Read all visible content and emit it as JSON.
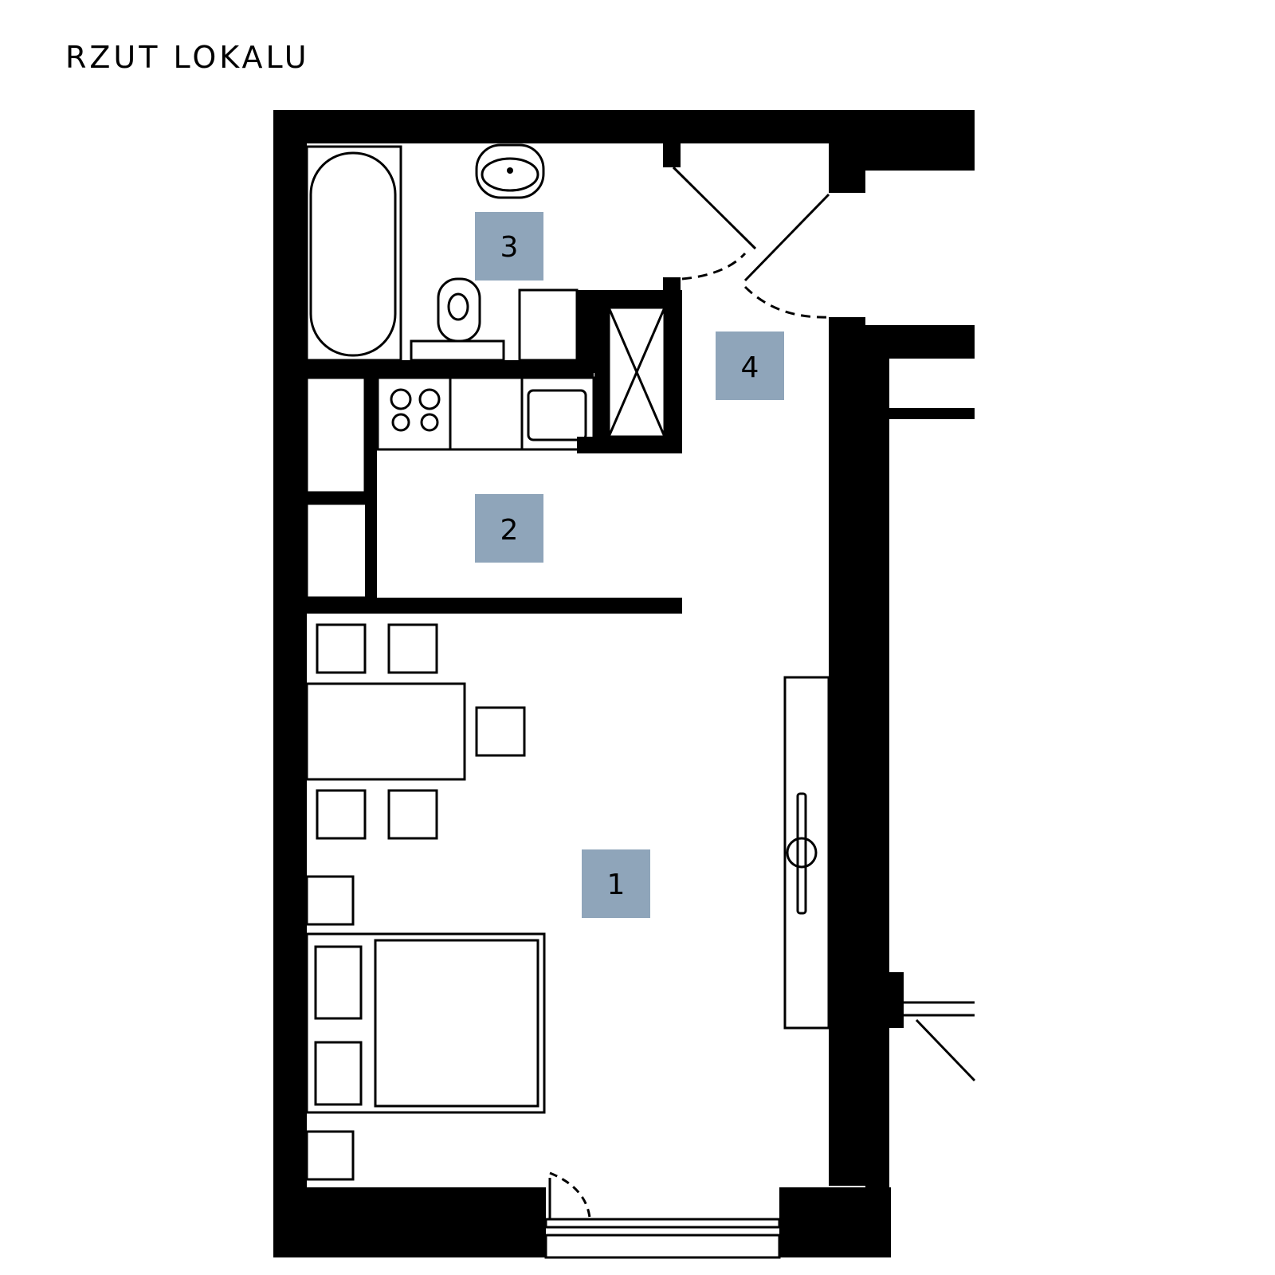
{
  "title": "RZUT LOKALU",
  "colors": {
    "wall": "#000000",
    "label_bg": "#8fa5ba",
    "background": "#ffffff"
  },
  "rooms": [
    {
      "number": "1"
    },
    {
      "number": "2"
    },
    {
      "number": "3"
    },
    {
      "number": "4"
    }
  ]
}
